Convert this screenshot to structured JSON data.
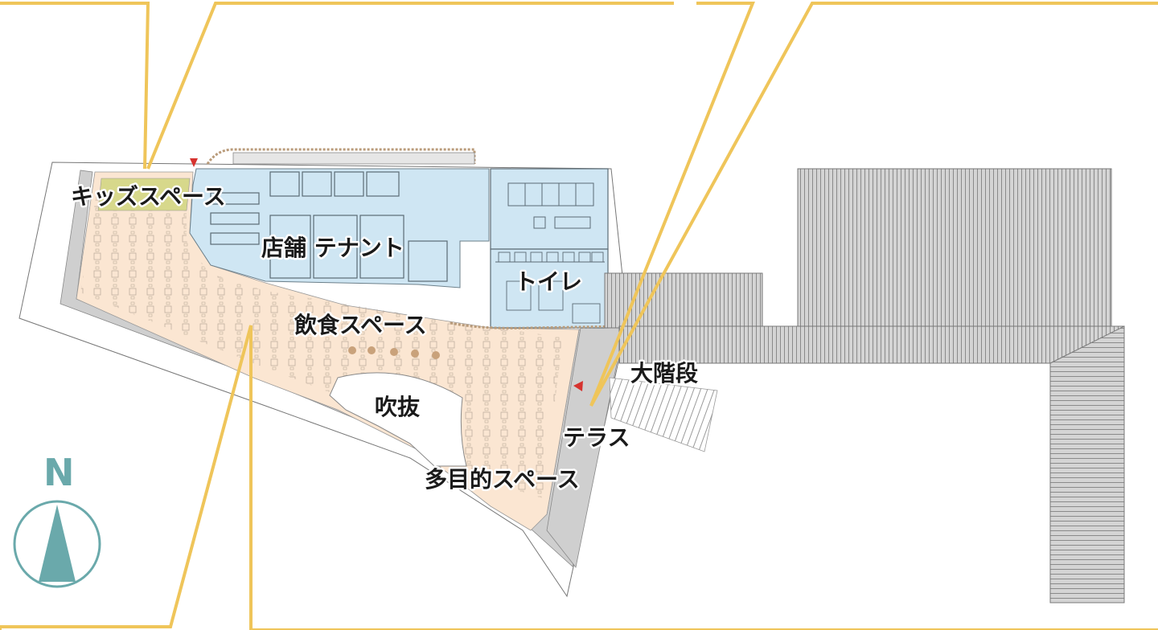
{
  "map": {
    "labels": {
      "kids": "キッズスペース",
      "shops": "店舗 テナント",
      "toilet": "トイレ",
      "dining": "飲食スペース",
      "atrium": "吹抜",
      "grand_stairs": "大階段",
      "terrace": "テラス",
      "multipurpose": "多目的スペース"
    },
    "north": "N",
    "colors": {
      "callout_line": "#efc55a",
      "dining_area": "#fbe6d2",
      "shop_area": "#cfe6f3",
      "kids_area": "#d7d88b",
      "walkway_gray": "#cfcfcf",
      "compass": "#6aa9ab"
    }
  }
}
